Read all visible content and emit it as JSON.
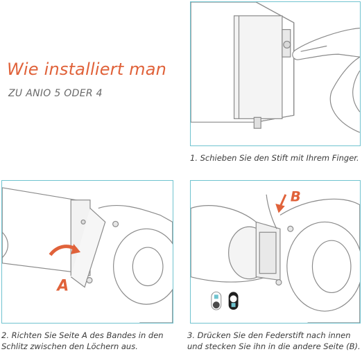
{
  "title": {
    "main": "Wie installiert man",
    "sub": "ZU ANIO 5 ODER 4"
  },
  "steps": [
    {
      "caption": "1. Schieben Sie den Stift mit Ihrem Finger."
    },
    {
      "caption": "2. Richten Sie Seite A des Bandes in den Schlitz zwischen den Löchern aus.",
      "label": "A"
    },
    {
      "caption": "3. Drücken Sie den Federstift nach innen und stecken Sie ihn in die andere Seite (B).",
      "label": "B"
    }
  ],
  "colors": {
    "accent": "#e0623a",
    "panel_border": "#6fc3cf",
    "line": "#8a8a8a",
    "subtitle": "#6a6a6a",
    "caption_text": "#3a3a3a"
  },
  "icons": [
    "finger-icon",
    "arrow-curved-icon",
    "arrow-down-icon",
    "toggle-icon"
  ]
}
